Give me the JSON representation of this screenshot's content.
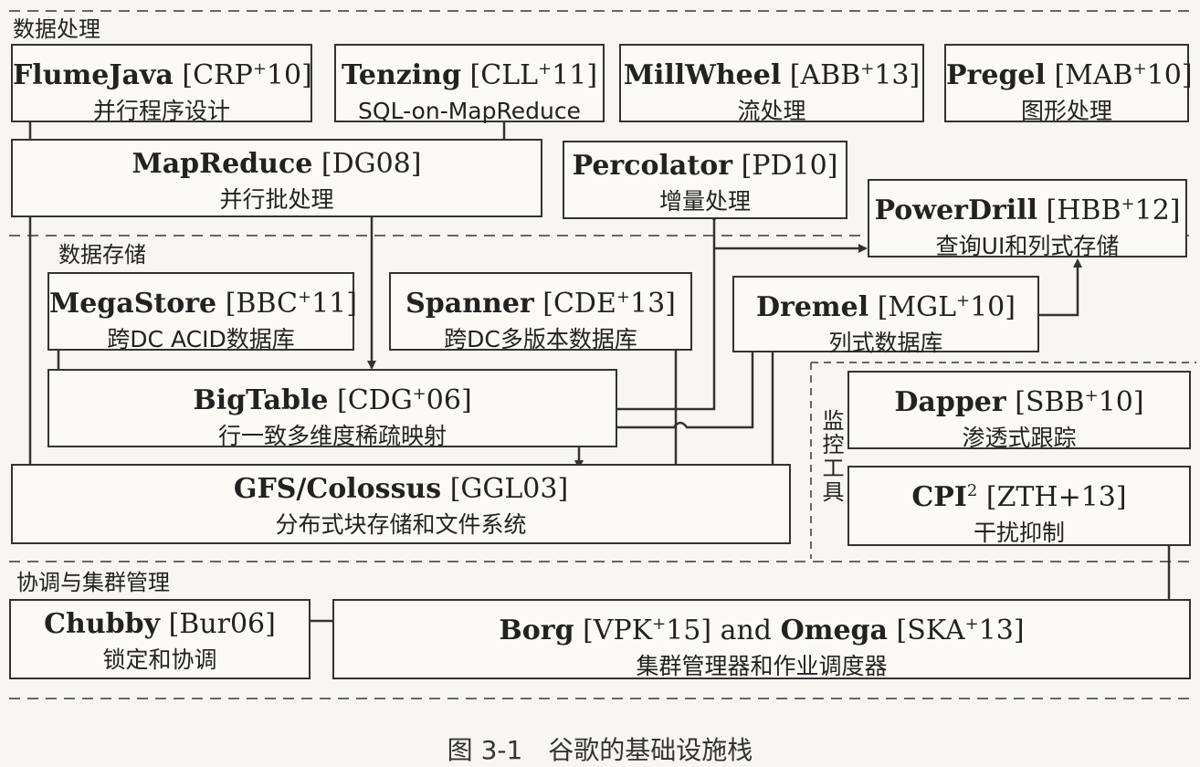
{
  "sections": {
    "processing": "数据处理",
    "storage": "数据存储",
    "monitoring": "监控工具",
    "cluster": "协调与集群管理"
  },
  "boxes": {
    "flumejava": {
      "name": "FlumeJava",
      "ref": "[CRP",
      "sup": "+",
      "ref2": "10]",
      "desc": "并行程序设计"
    },
    "tenzing": {
      "name": "Tenzing",
      "ref": "[CLL",
      "sup": "+",
      "ref2": "11]",
      "desc": "SQL-on-MapReduce"
    },
    "millwheel": {
      "name": "MillWheel",
      "ref": "[ABB",
      "sup": "+",
      "ref2": "13]",
      "desc": "流处理"
    },
    "pregel": {
      "name": "Pregel",
      "ref": "[MAB",
      "sup": "+",
      "ref2": "10]",
      "desc": "图形处理"
    },
    "mapreduce": {
      "name": "MapReduce",
      "ref": "[DG08]",
      "desc": "并行批处理"
    },
    "percolator": {
      "name": "Percolator",
      "ref": "[PD10]",
      "desc": "增量处理"
    },
    "powerdrill": {
      "name": "PowerDrill",
      "ref": "[HBB",
      "sup": "+",
      "ref2": "12]",
      "desc": "查询UI和列式存储"
    },
    "megastore": {
      "name": "MegaStore",
      "ref": "[BBC",
      "sup": "+",
      "ref2": "11]",
      "desc": "跨DC ACID数据库"
    },
    "spanner": {
      "name": "Spanner",
      "ref": "[CDE",
      "sup": "+",
      "ref2": "13]",
      "desc": "跨DC多版本数据库"
    },
    "dremel": {
      "name": "Dremel",
      "ref": "[MGL",
      "sup": "+",
      "ref2": "10]",
      "desc": "列式数据库"
    },
    "bigtable": {
      "name": "BigTable",
      "ref": "[CDG",
      "sup": "+",
      "ref2": "06]",
      "desc": "行一致多维度稀疏映射"
    },
    "dapper": {
      "name": "Dapper",
      "ref": "[SBB",
      "sup": "+",
      "ref2": "10]",
      "desc": "渗透式跟踪"
    },
    "gfs": {
      "name": "GFS/Colossus",
      "ref": "[GGL03]",
      "desc": "分布式块存储和文件系统"
    },
    "cpi2": {
      "name": "CPI",
      "sup": "2",
      "ref2": "[ZTH+13]",
      "desc": "干扰抑制"
    },
    "chubby": {
      "name": "Chubby",
      "ref": "[Bur06]",
      "desc": "锁定和协调"
    },
    "borg": {
      "name": "Borg",
      "ref": "[VPK",
      "sup": "+",
      "ref2": "15]",
      "and": "and",
      "name2": "Omega",
      "ref3": "[SKA",
      "sup2": "+",
      "ref4": "13]",
      "desc": "集群管理器和作业调度器"
    }
  },
  "caption": "图 3-1　谷歌的基础设施栈"
}
